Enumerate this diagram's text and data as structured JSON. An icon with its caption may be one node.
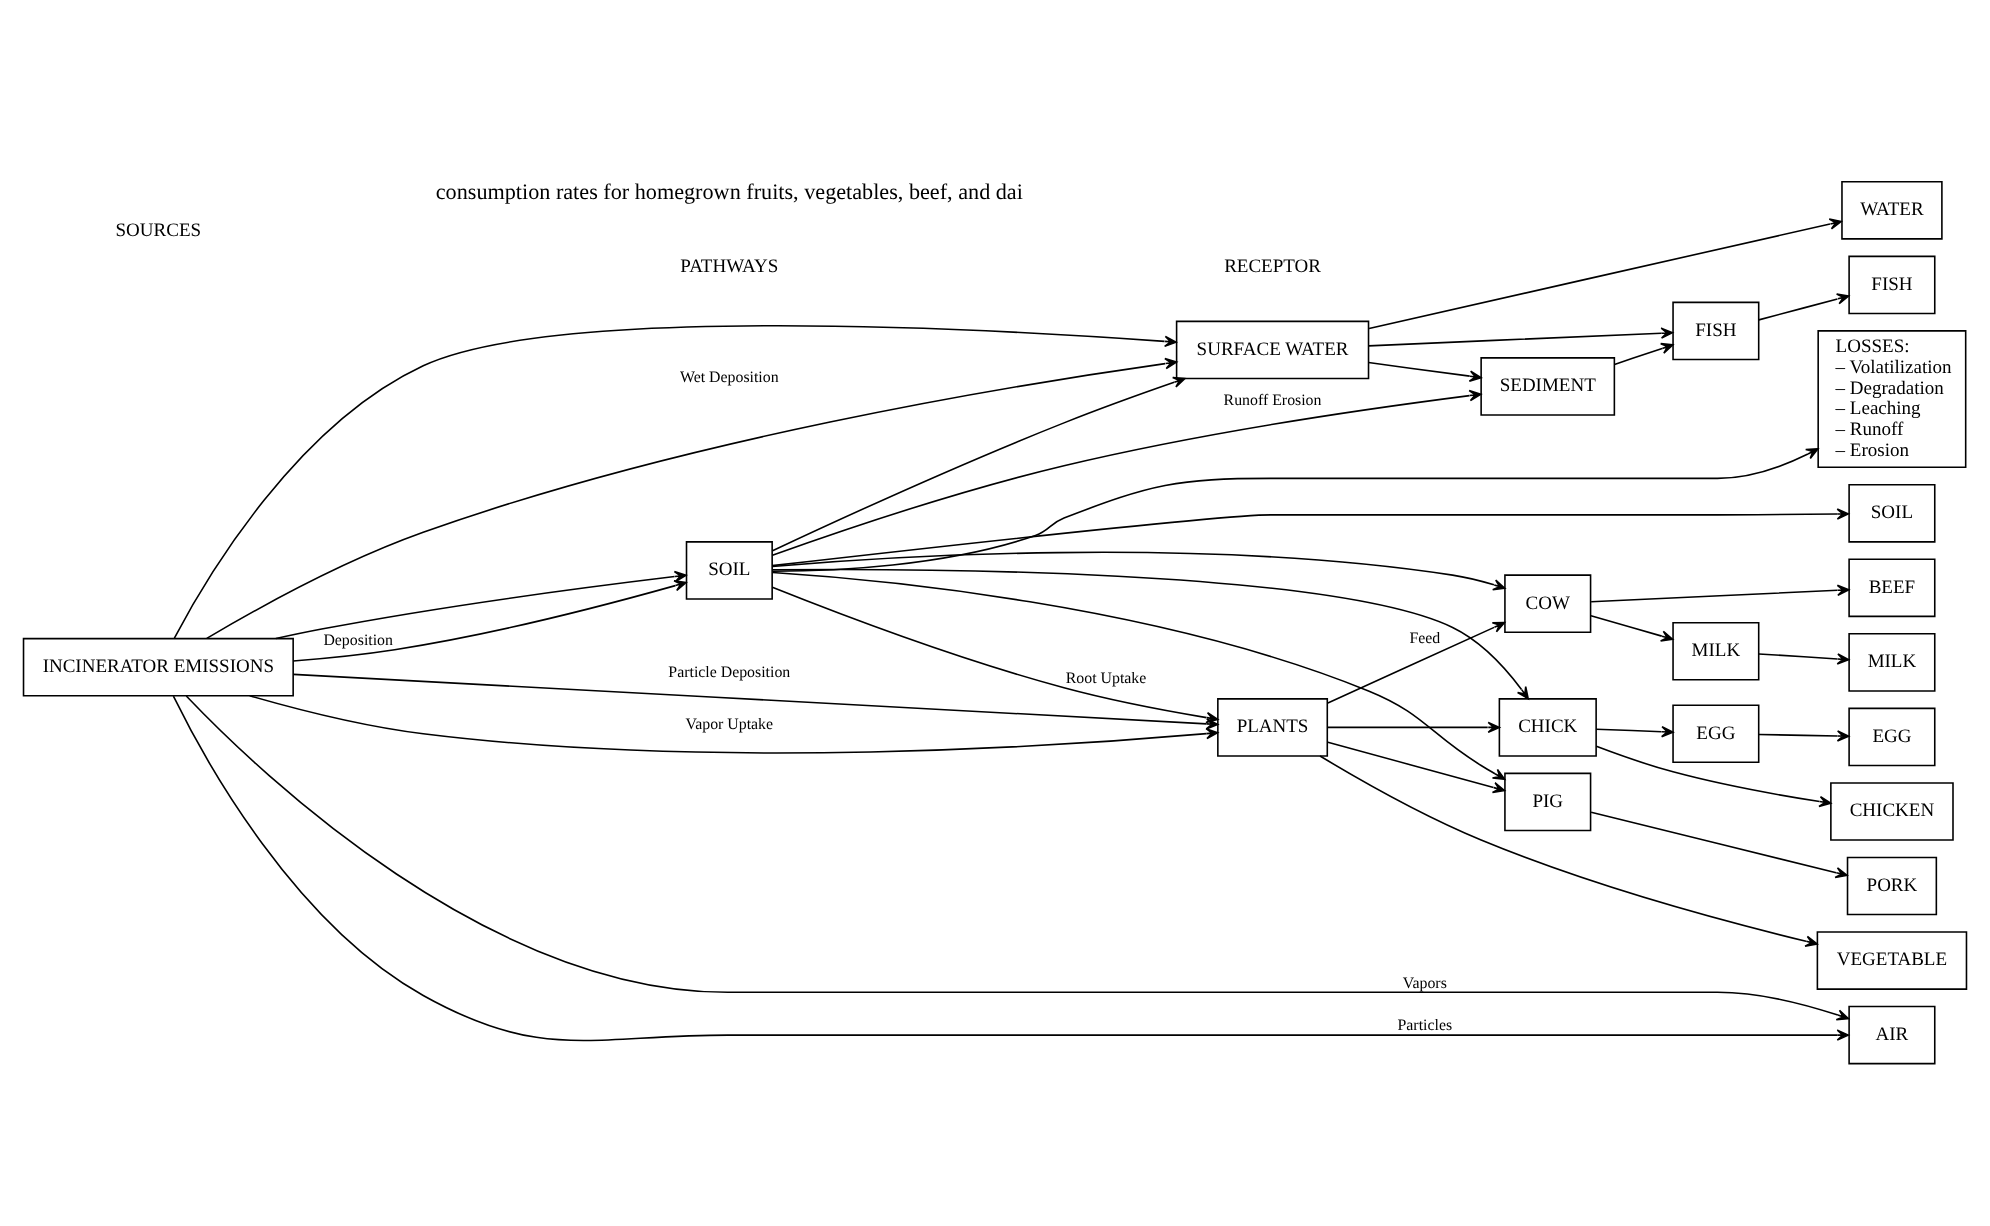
{
  "diagram": {
    "nodes": [
      {
        "text": [
          "INCINERATOR EMISSIONS"
        ]
      },
      {
        "text": [
          "SOIL"
        ]
      },
      {
        "text": [
          "SURFACE WATER"
        ]
      },
      {
        "text": [
          "LOSSES:",
          "– Volatilization",
          "– Degradation",
          "– Leaching",
          "– Runoff",
          "– Erosion"
        ]
      },
      {
        "text": [
          "SEDIMENT"
        ]
      },
      {
        "text": [
          "FISH"
        ]
      },
      {
        "text": [
          "COW"
        ]
      },
      {
        "text": [
          "MILK"
        ]
      },
      {
        "text": [
          "CHICK"
        ]
      },
      {
        "text": [
          "EGG"
        ]
      },
      {
        "text": [
          "PIG"
        ]
      },
      {
        "text": [
          "PLANTS"
        ]
      },
      {
        "text": [
          "AIR"
        ]
      },
      {
        "text": [
          "SOIL"
        ]
      },
      {
        "text": [
          "WATER"
        ]
      },
      {
        "text": [
          "FISH"
        ]
      },
      {
        "text": [
          "BEEF"
        ]
      },
      {
        "text": [
          "MILK"
        ]
      },
      {
        "text": [
          "CHICKEN"
        ]
      },
      {
        "text": [
          "EGG"
        ]
      },
      {
        "text": [
          "PORK"
        ]
      },
      {
        "text": [
          "VEGETABLE"
        ]
      }
    ],
    "edges": [
      {
        "from": 0,
        "to": 12,
        "label": "Vapors",
        "arrow": "to"
      },
      {
        "from": 0,
        "to": 12,
        "label": "Particles",
        "arrow": "to"
      },
      {
        "from": 0,
        "to": 1,
        "arrow": "to"
      },
      {
        "from": 0,
        "to": 1,
        "label": "Deposition",
        "arrow": "to"
      },
      {
        "from": 0,
        "to": 2,
        "label": "Wet Deposition",
        "arrow": "to"
      },
      {
        "from": 0,
        "to": 2,
        "arrow": "to"
      },
      {
        "from": 0,
        "to": 11,
        "label": "Particle Deposition",
        "arrow": "to"
      },
      {
        "from": 0,
        "to": 11,
        "label": "Vapor Uptake",
        "arrow": "to"
      },
      {
        "from": 1,
        "to": 13,
        "arrow": "to"
      },
      {
        "from": 1,
        "to": 3,
        "arrow": "to"
      },
      {
        "from": 1,
        "to": 2,
        "arrow": "to"
      },
      {
        "from": 1,
        "to": 4,
        "label": "Runoff Erosion",
        "arrow": "to"
      },
      {
        "from": 1,
        "to": 6,
        "arrow": "to"
      },
      {
        "from": 1,
        "to": 8,
        "arrow": "to"
      },
      {
        "from": 1,
        "to": 10,
        "arrow": "to"
      },
      {
        "from": 1,
        "to": 11,
        "label": "Root Uptake",
        "arrow": "to"
      },
      {
        "from": 2,
        "to": 14,
        "arrow": "to"
      },
      {
        "from": 2,
        "to": 4,
        "arrow": "to"
      },
      {
        "from": 2,
        "to": 5,
        "arrow": "to"
      },
      {
        "from": 4,
        "to": 5,
        "arrow": "to"
      },
      {
        "from": 5,
        "to": 15,
        "arrow": "to"
      },
      {
        "from": 11,
        "to": 6,
        "label": "Feed",
        "arrow": "to"
      },
      {
        "from": 11,
        "to": 8,
        "arrow": "to"
      },
      {
        "from": 11,
        "to": 10,
        "arrow": "to"
      },
      {
        "from": 6,
        "to": 16,
        "arrow": "to"
      },
      {
        "from": 6,
        "to": 7,
        "arrow": "to"
      },
      {
        "from": 7,
        "to": 17,
        "arrow": "to"
      },
      {
        "from": 8,
        "to": 18,
        "arrow": "to"
      },
      {
        "from": 8,
        "to": 9,
        "arrow": "to"
      },
      {
        "from": 9,
        "to": 19,
        "arrow": "to"
      },
      {
        "from": 10,
        "to": 20,
        "arrow": "to"
      },
      {
        "from": 11,
        "to": 21,
        "arrow": "to"
      }
    ],
    "labels": [
      "consumption rates for homegrown fruits, vegetables, beef, and dai",
      "SOURCES",
      "PATHWAYS",
      "RECEPTOR"
    ]
  }
}
